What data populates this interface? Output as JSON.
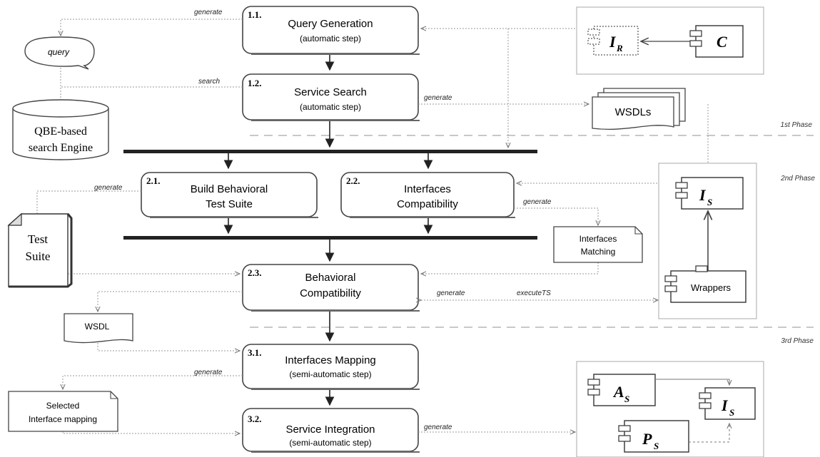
{
  "steps": {
    "s11": {
      "num": "1.1.",
      "title": "Query Generation",
      "sub": "(automatic step)"
    },
    "s12": {
      "num": "1.2.",
      "title": "Service Search",
      "sub": "(automatic step)"
    },
    "s21": {
      "num": "2.1.",
      "title": "Build Behavioral",
      "title2": "Test Suite"
    },
    "s22": {
      "num": "2.2.",
      "title": "Interfaces",
      "title2": "Compatibility"
    },
    "s23": {
      "num": "2.3.",
      "title": "Behavioral",
      "title2": "Compatibility"
    },
    "s31": {
      "num": "3.1.",
      "title": "Interfaces Mapping",
      "sub": "(semi-automatic step)"
    },
    "s32": {
      "num": "3.2.",
      "title": "Service Integration",
      "sub": "(semi-automatic step)"
    }
  },
  "artifacts": {
    "query": "query",
    "search_engine": [
      "QBE-based",
      "search Engine"
    ],
    "wsdls": "WSDLs",
    "test_suite": [
      "Test",
      "Suite"
    ],
    "interfaces_matching": [
      "Interfaces",
      "Matching"
    ],
    "wsdl": "WSDL",
    "selected_mapping": [
      "Selected",
      "Interface mapping"
    ],
    "wrappers": "Wrappers"
  },
  "edge_labels": {
    "generate_query": "generate",
    "search": "search",
    "generate_wsdls": "generate",
    "generate_test_suite": "generate",
    "generate_matching": "generate",
    "generate_wsdl": "generate",
    "execute_ts": "executeTS",
    "generate_mapping": "generate",
    "generate_integration": "generate"
  },
  "phases": [
    "1st Phase",
    "2nd Phase",
    "3rd Phase"
  ],
  "components": {
    "ir": "I",
    "ir_sub": "R",
    "c": "C",
    "is": "I",
    "is_sub": "S",
    "as": "A",
    "as_sub": "S",
    "is2": "I",
    "is2_sub": "S",
    "ps": "P",
    "ps_sub": "S"
  }
}
